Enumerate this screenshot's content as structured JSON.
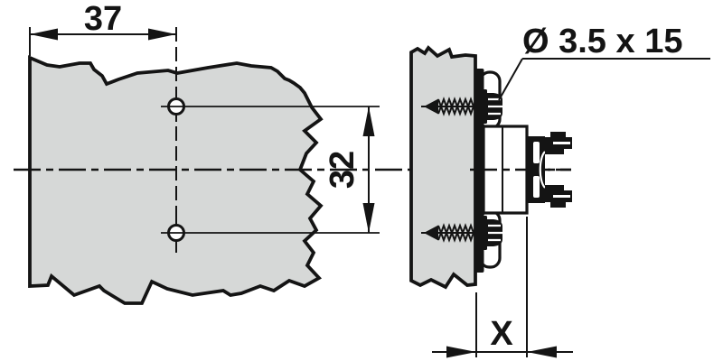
{
  "drawing": {
    "labels": {
      "horizontal_spacing": "37",
      "vertical_spacing": "32",
      "screw_spec": "Ø 3.5 x 15",
      "distance_x": "X"
    },
    "colors": {
      "panel_fill": "#d6d8d7",
      "line": "#141414",
      "background": "#ffffff"
    }
  }
}
